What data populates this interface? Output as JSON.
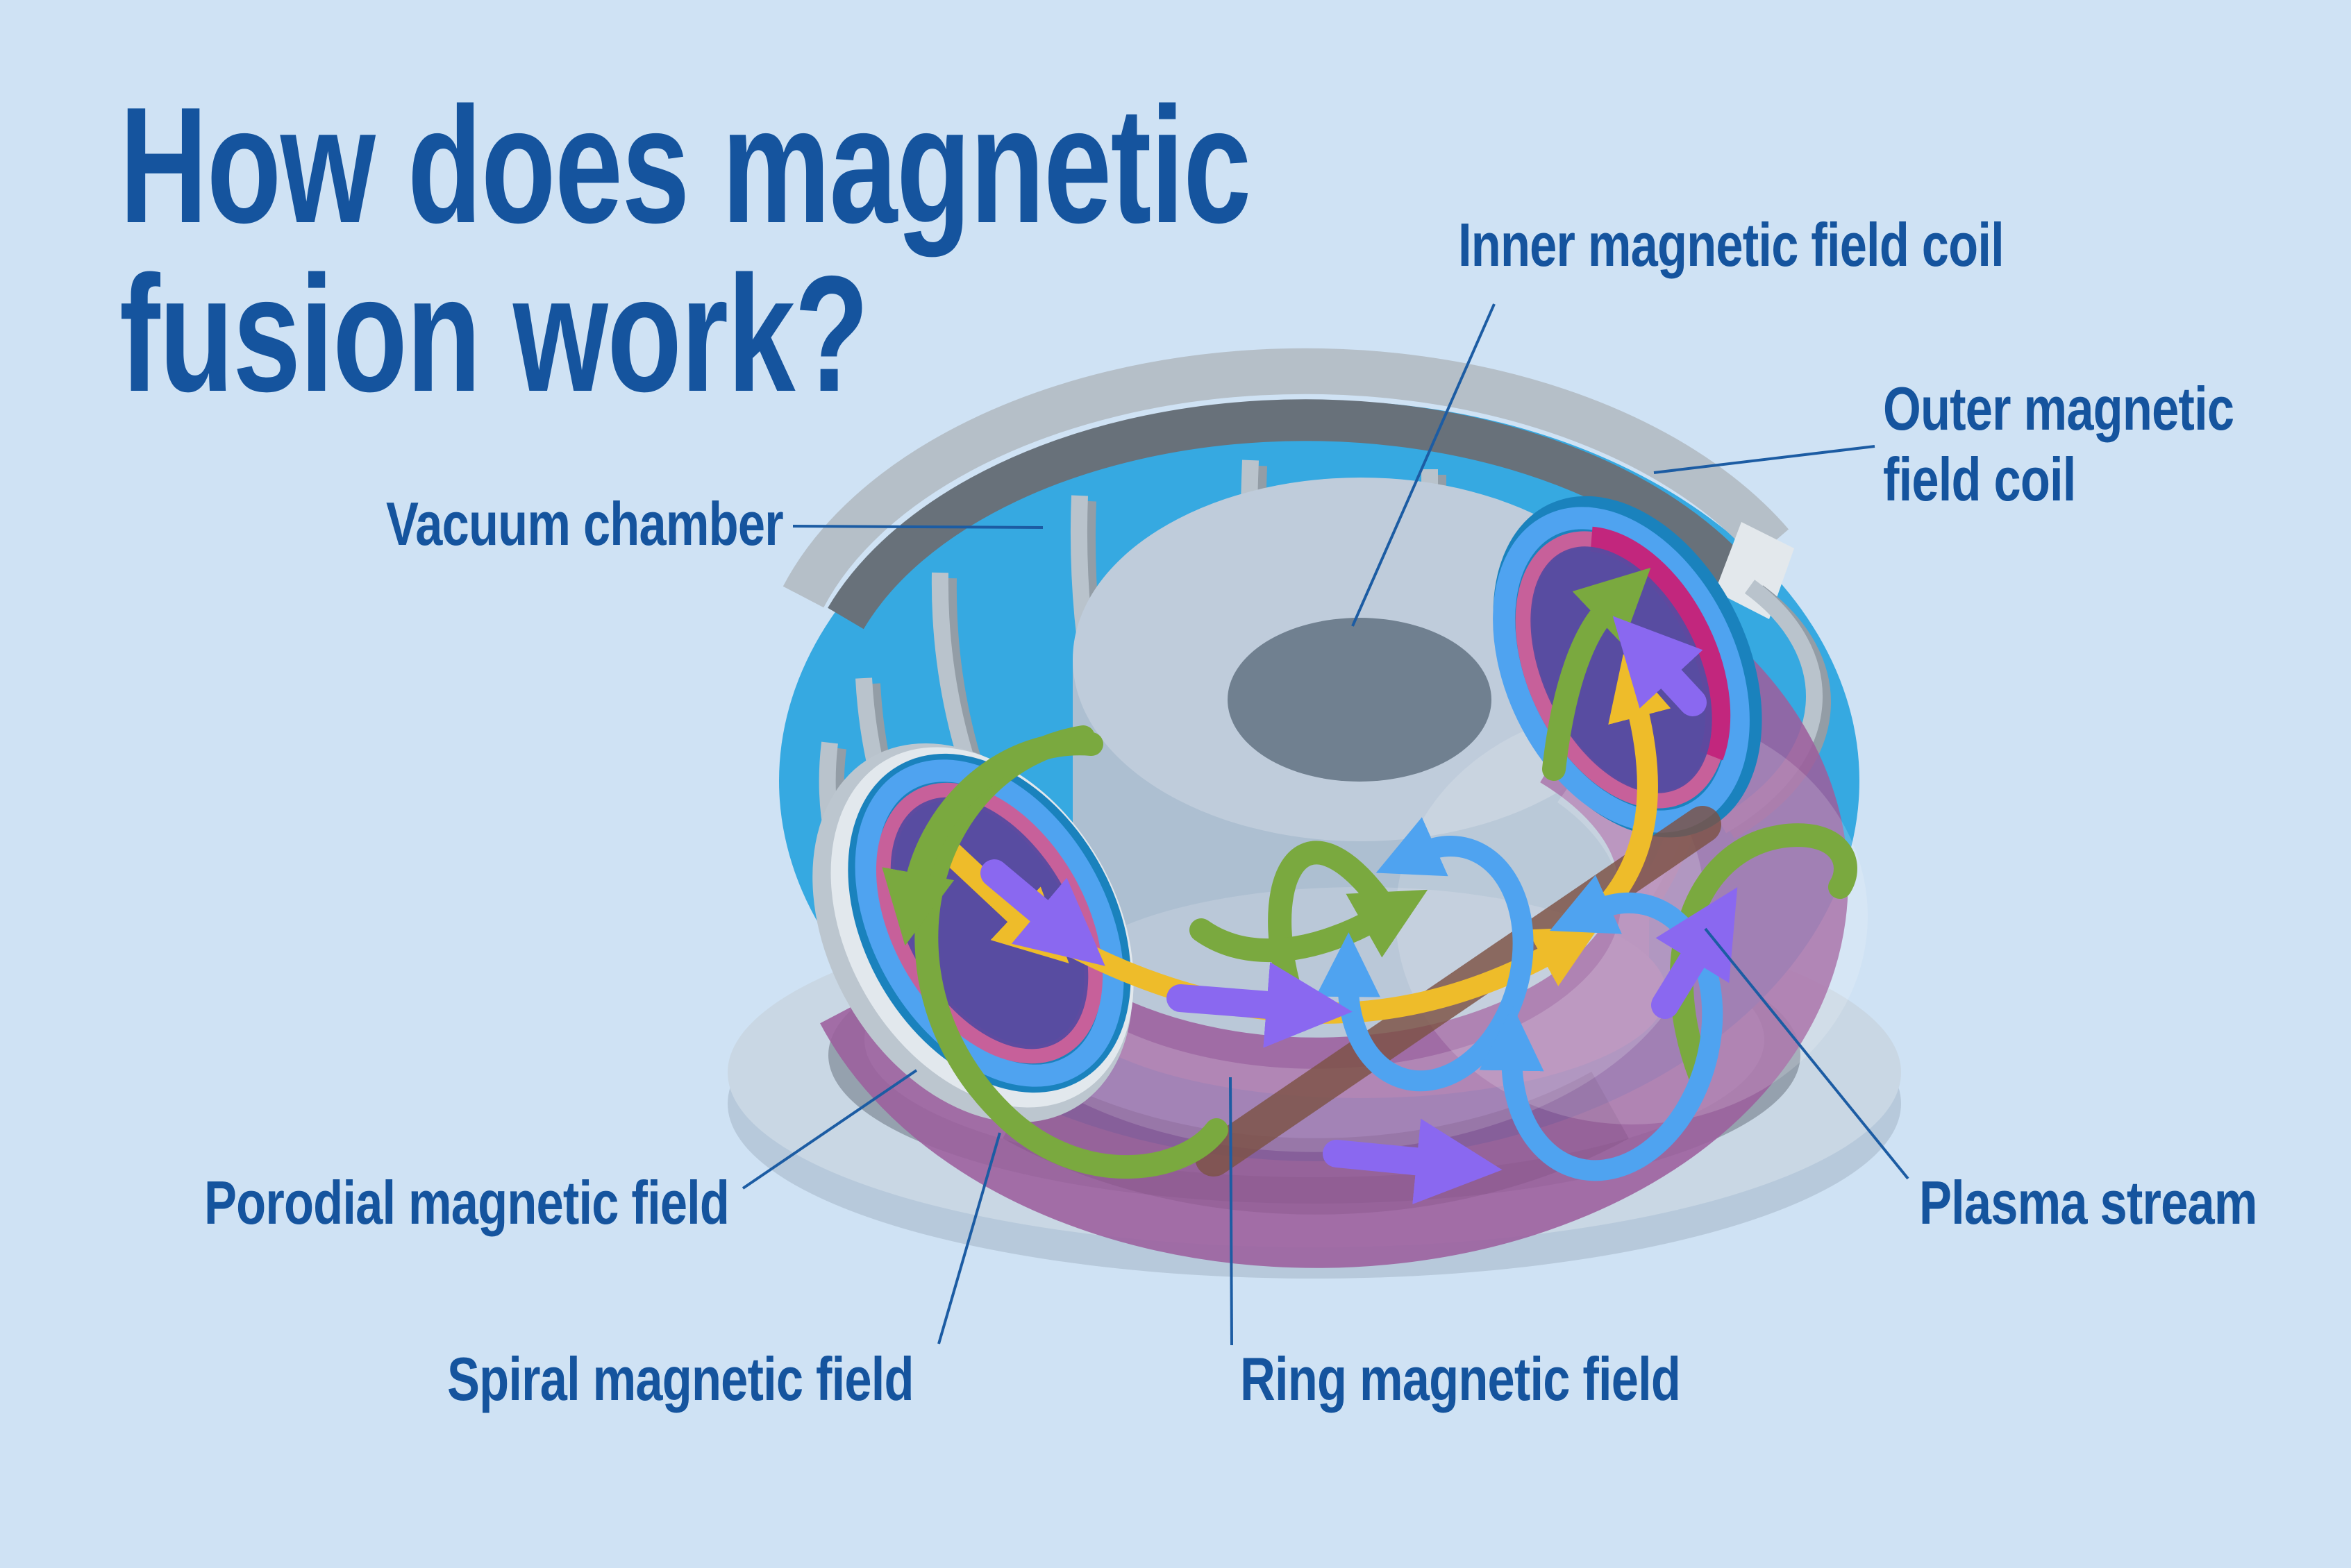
{
  "title": {
    "line1": "How does magnetic",
    "line2": "fusion work?"
  },
  "labels": {
    "inner_coil": "Inner magnetic field coil",
    "outer_coil": {
      "line1": "Outer magnetic",
      "line2": "field coil"
    },
    "vacuum_chamber": "Vacuum chamber",
    "porodial_field": "Porodial magnetic field",
    "spiral_field": "Spiral magnetic field",
    "ring_field": "Ring magnetic field",
    "plasma_stream": "Plasma stream"
  },
  "colors": {
    "background": "#cfe2f4",
    "text": "#15549e",
    "leader_line": "#1c5ca3",
    "vacuum_blue": "#36a9e1",
    "vacuum_blue_dark": "#1a82bd",
    "plasma_purple": "#9c5e9d",
    "cross_section_purple": "#5b4aa0",
    "pink_ring": "#c7609a",
    "deep_magenta": "#c2267d",
    "metal_light": "#b5bfc8",
    "metal_dark": "#68717a",
    "cylinder_top": "#bfccdb",
    "cylinder_body": "#adbfd1",
    "base_plate": "#c9d7e4",
    "base_ring": "#95a1ae",
    "arrow_yellow": "#eebc2a",
    "arrow_green": "#7aa93f",
    "arrow_blue": "#4fa3f0",
    "arrow_purple": "#8a68f0",
    "stream_brown": "#7c5244"
  }
}
